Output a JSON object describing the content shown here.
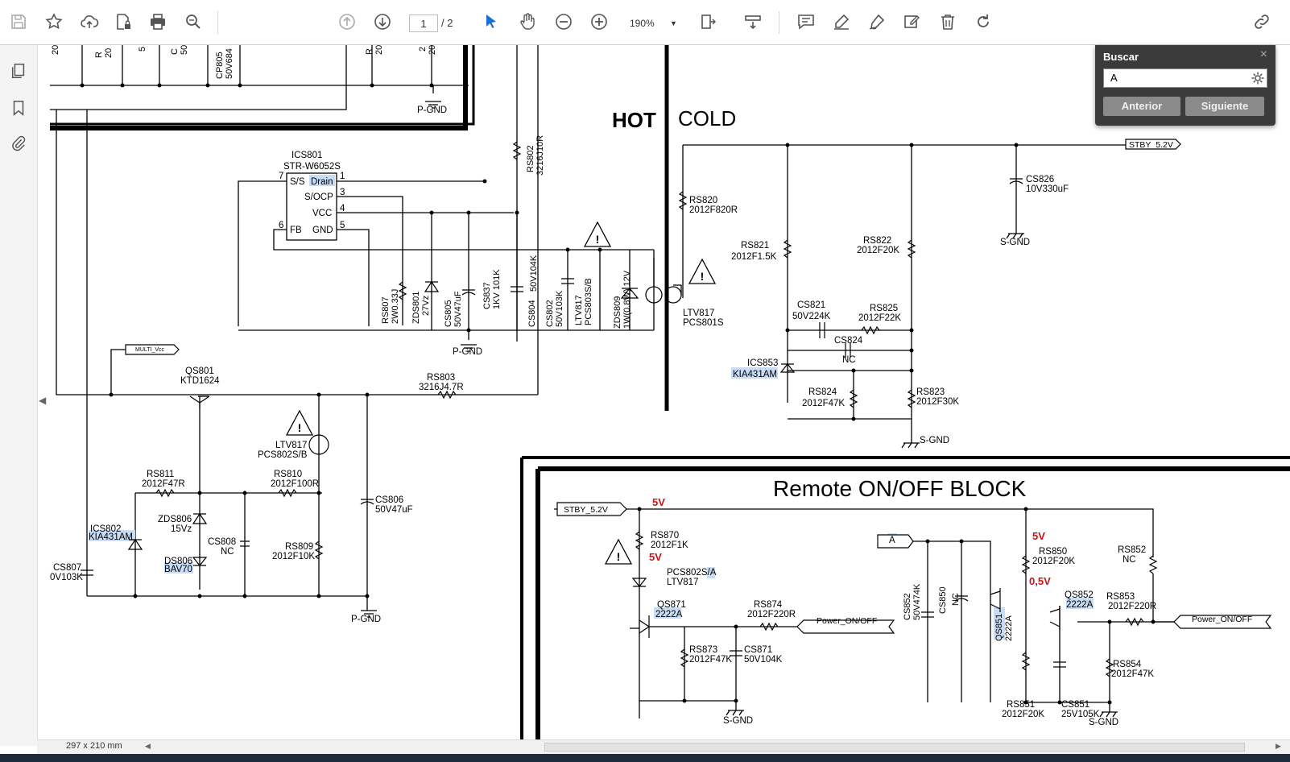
{
  "toolbar": {
    "page_current": "1",
    "page_total": "/ 2",
    "zoom": "190%"
  },
  "find": {
    "title": "Buscar",
    "query": "A",
    "prev_label": "Anterior",
    "next_label": "Siguiente",
    "close_glyph": "×"
  },
  "status": {
    "page_size": "297 x 210 mm"
  },
  "schematic": {
    "hot_label": "HOT",
    "cold_label": "COLD",
    "block_title": "Remote ON/OFF BLOCK",
    "labels": {
      "ics801": "ICS801",
      "str": "STR-W6052S",
      "ss": "S/S",
      "drain": "Drain",
      "socp": "S/OCP",
      "vcc": "VCC",
      "fb": "FB",
      "gnd": "GND",
      "p1": "1",
      "p3": "3",
      "p4": "4",
      "p5": "5",
      "p6": "6",
      "p7": "7",
      "pgnd": "P-GND",
      "sgnd": "S-GND",
      "rs802": "RS802",
      "rs802v": "3216J10R",
      "rs807": "RS807",
      "rs807v": "2W0.33J",
      "zds801": "ZDS801",
      "zds801v": "27Vz",
      "cs805": "CS805",
      "cs805v": "50V47uF",
      "cs837": "CS837",
      "cs837v": "1KV 101K",
      "cs804": "CS804",
      "cs804v": "50V104K",
      "cs802": "CS802",
      "cs802v": "50V103K",
      "ltv817b": "LTV817",
      "pcs803": "PCS803S/B",
      "zds809": "ZDS809",
      "zds809v": "1W(0.8W) 12V",
      "ltv817": "LTV817",
      "pcs801": "PCS801S",
      "rs820": "RS820",
      "rs820v": "2012F820R",
      "rs821": "RS821",
      "rs821v": "2012F1.5K",
      "rs822": "RS822",
      "rs822v": "2012F20K",
      "cs826": "CS826",
      "cs826v": "10V330uF",
      "stby": "STBY_5.2V",
      "cs821": "CS821",
      "cs821v": "50V224K",
      "rs825": "RS825",
      "rs825v": "2012F22K",
      "cs824": "CS824",
      "nc": "NC",
      "ics853": "ICS853",
      "kia": "KIA431AM",
      "rs824": "RS824",
      "rs824v": "2012F47K",
      "rs823": "RS823",
      "rs823v": "2012F30K",
      "multi": "MULTI_Vcc",
      "qs801": "QS801",
      "ktd": "KTD1624",
      "rs803": "RS803",
      "rs803v": "3216J4.7R",
      "ltv817c": "LTV817",
      "pcs802": "PCS802S/B",
      "rs811": "RS811",
      "rs811v": "2012F47R",
      "rs810": "RS810",
      "rs810v": "2012F100R",
      "cs806": "CS806",
      "cs806v": "50V47uF",
      "ics802": "ICS802",
      "zds806": "ZDS806",
      "zds806v": "15Vz",
      "cs808": "CS808",
      "ds806": "DS806",
      "bav70": "BAV70",
      "rs809": "RS809",
      "rs809v": "2012F10K",
      "cs807": "CS807",
      "cs807v": "0V103K",
      "v5": "5V",
      "v05": "0,5V",
      "rs870": "RS870",
      "rs870v": "2012F1K",
      "pcs802a": "PCS802S/A",
      "ltv817d": "LTV817",
      "qs871": "QS871",
      "q2222": "2222A",
      "rs874": "RS874",
      "rs874v": "2012F220R",
      "power": "Power_ON/OFF",
      "rs873": "RS873",
      "rs873v": "2012F47K",
      "cs871": "CS871",
      "cs871v": "50V104K",
      "netA": "A",
      "cs852": "CS852",
      "cs852v": "50V474K",
      "cs850": "CS850",
      "qs851": "QS851",
      "rs850": "RS850",
      "rs850v": "2012F20K",
      "qs852": "QS852",
      "rs853": "RS853",
      "rs853v": "2012F220R",
      "rs852": "RS852",
      "rs854": "RS854",
      "rs854v": "2012F47K",
      "rs851": "RS851",
      "rs851v": "2012F20K",
      "cs851": "CS851",
      "cs851v": "25V105K",
      "frag1": "20",
      "frag2": "R",
      "frag3": "20",
      "frag4": "C",
      "frag5": "50",
      "frag6": "CP805",
      "frag7": "50V684",
      "frag8": "R",
      "frag9": "20",
      "frag10": "5",
      "frag11": "2",
      "frag12": "20"
    }
  }
}
